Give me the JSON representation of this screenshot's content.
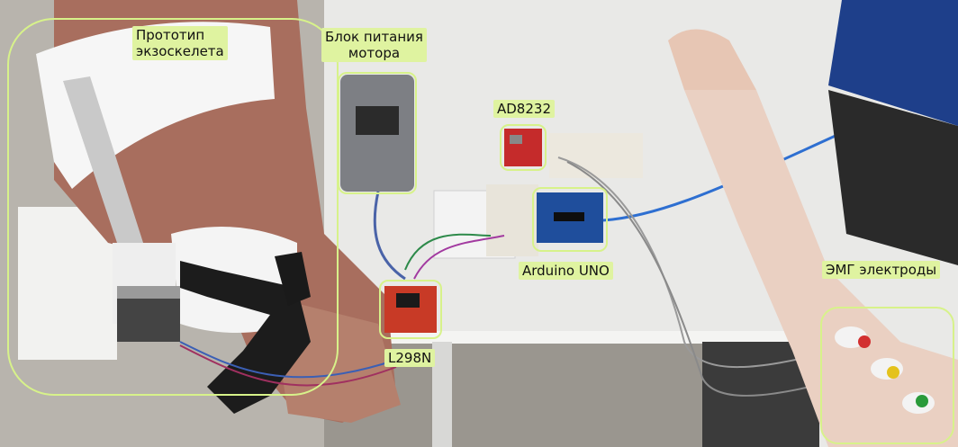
{
  "labels": {
    "exoskeleton_prototype": "Прототип\nэкзоскелета",
    "motor_power_supply": "Блок питания\nмотора",
    "ad8232": "AD8232",
    "arduino_uno": "Arduino UNO",
    "l298n": "L298N",
    "emg_electrodes": "ЭМГ электроды"
  },
  "colors": {
    "callout": "#d7f28a",
    "label_bg": "#dff3a0",
    "table": "#e9e9e7",
    "mannequin": "#a86e5e",
    "driver_board": "#c83a26",
    "arduino_board": "#1f4e9c",
    "breadboard": "#e8e4da"
  }
}
